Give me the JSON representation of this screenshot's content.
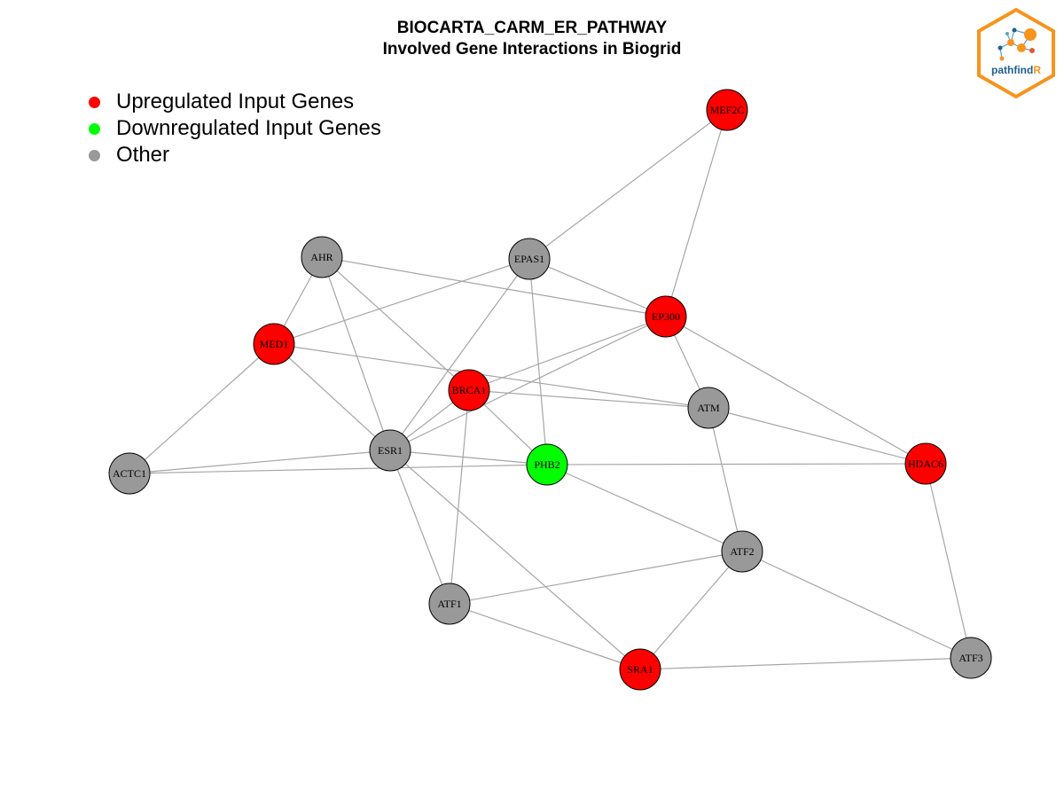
{
  "title": {
    "line1": "BIOCARTA_CARM_ER_PATHWAY",
    "line2": "Involved Gene Interactions in Biogrid"
  },
  "legend": [
    {
      "label": "Upregulated Input Genes",
      "color": "#ff0000"
    },
    {
      "label": "Downregulated Input Genes",
      "color": "#00ff00"
    },
    {
      "label": "Other",
      "color": "#999999"
    }
  ],
  "logo": {
    "text_main": "pathfind",
    "text_accent": "R",
    "border_color": "#f7941d",
    "text_color": "#1f5f8b"
  },
  "colors": {
    "up": "#ff0000",
    "down": "#00ff00",
    "other": "#999999",
    "edge": "#a6a6a6"
  },
  "nodes": [
    {
      "id": "MEF2C",
      "status": "up"
    },
    {
      "id": "AHR",
      "status": "other"
    },
    {
      "id": "EPAS1",
      "status": "other"
    },
    {
      "id": "EP300",
      "status": "up"
    },
    {
      "id": "MED1",
      "status": "up"
    },
    {
      "id": "BRCA1",
      "status": "up"
    },
    {
      "id": "ATM",
      "status": "other"
    },
    {
      "id": "ESR1",
      "status": "other"
    },
    {
      "id": "PHB2",
      "status": "down"
    },
    {
      "id": "HDAC6",
      "status": "up"
    },
    {
      "id": "ACTC1",
      "status": "other"
    },
    {
      "id": "ATF2",
      "status": "other"
    },
    {
      "id": "ATF1",
      "status": "other"
    },
    {
      "id": "SRA1",
      "status": "up"
    },
    {
      "id": "ATF3",
      "status": "other"
    }
  ],
  "edges": [
    [
      "MEF2C",
      "EPAS1"
    ],
    [
      "MEF2C",
      "EP300"
    ],
    [
      "AHR",
      "MED1"
    ],
    [
      "AHR",
      "ESR1"
    ],
    [
      "AHR",
      "BRCA1"
    ],
    [
      "AHR",
      "EP300"
    ],
    [
      "EPAS1",
      "MED1"
    ],
    [
      "EPAS1",
      "ESR1"
    ],
    [
      "EPAS1",
      "PHB2"
    ],
    [
      "EPAS1",
      "EP300"
    ],
    [
      "EP300",
      "BRCA1"
    ],
    [
      "EP300",
      "ESR1"
    ],
    [
      "EP300",
      "ATM"
    ],
    [
      "EP300",
      "HDAC6"
    ],
    [
      "MED1",
      "ACTC1"
    ],
    [
      "MED1",
      "ESR1"
    ],
    [
      "MED1",
      "ATM"
    ],
    [
      "BRCA1",
      "ESR1"
    ],
    [
      "BRCA1",
      "PHB2"
    ],
    [
      "BRCA1",
      "ATF1"
    ],
    [
      "BRCA1",
      "ATM"
    ],
    [
      "ATM",
      "ATF2"
    ],
    [
      "ATM",
      "HDAC6"
    ],
    [
      "ESR1",
      "ACTC1"
    ],
    [
      "ESR1",
      "PHB2"
    ],
    [
      "ESR1",
      "ATF1"
    ],
    [
      "ESR1",
      "SRA1"
    ],
    [
      "ACTC1",
      "PHB2"
    ],
    [
      "PHB2",
      "HDAC6"
    ],
    [
      "PHB2",
      "ATF2"
    ],
    [
      "HDAC6",
      "ATF3"
    ],
    [
      "ATF2",
      "ATF1"
    ],
    [
      "ATF2",
      "SRA1"
    ],
    [
      "ATF2",
      "ATF3"
    ],
    [
      "ATF1",
      "SRA1"
    ],
    [
      "SRA1",
      "ATF3"
    ]
  ]
}
